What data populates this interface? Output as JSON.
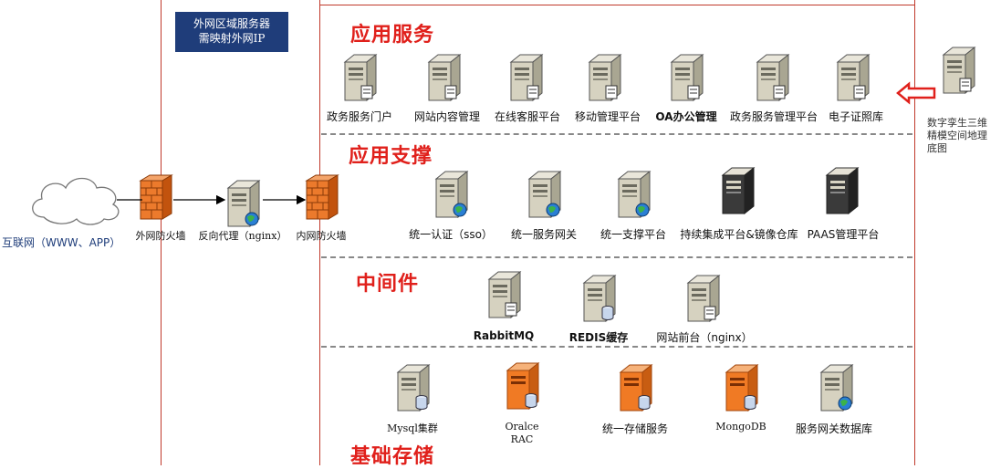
{
  "dmz": {
    "line1": "外网区域服务器",
    "line2": "需映射外网IP"
  },
  "sections": {
    "app_services": "应用服务",
    "app_support": "应用支撑",
    "middleware": "中间件",
    "storage": "基础存储"
  },
  "internet_label": "互联网（WWW、APP）",
  "edge": {
    "outer_firewall": "外网防火墙",
    "reverse_proxy": "反向代理（nginx）",
    "inner_firewall": "内网防火墙"
  },
  "app_services": [
    "政务服务门户",
    "网站内容管理",
    "在线客服平台",
    "移动管理平台",
    "OA办公管理",
    "政务服务管理平台",
    "电子证照库"
  ],
  "digital_twin_label": [
    "数字孪生三维",
    "精模空间地理",
    "底图"
  ],
  "app_support": [
    "统一认证（sso）",
    "统一服务网关",
    "统一支撑平台",
    "持续集成平台&镜像仓库",
    "PAAS管理平台"
  ],
  "middleware": [
    "RabbitMQ",
    "REDIS缓存",
    "网站前台（nginx）"
  ],
  "storage": {
    "mysql": "Mysql集群",
    "oracle_line1": "Oralce",
    "oracle_line2": "RAC",
    "unified_storage": "统一存储服务",
    "mongodb": "MongoDB",
    "gateway_db": "服务网关数据库"
  },
  "colors": {
    "title_red": "#e0201b",
    "dmz_blue": "#1f3d7a",
    "border_red": "#c0392b",
    "orange": "#f07a24"
  }
}
